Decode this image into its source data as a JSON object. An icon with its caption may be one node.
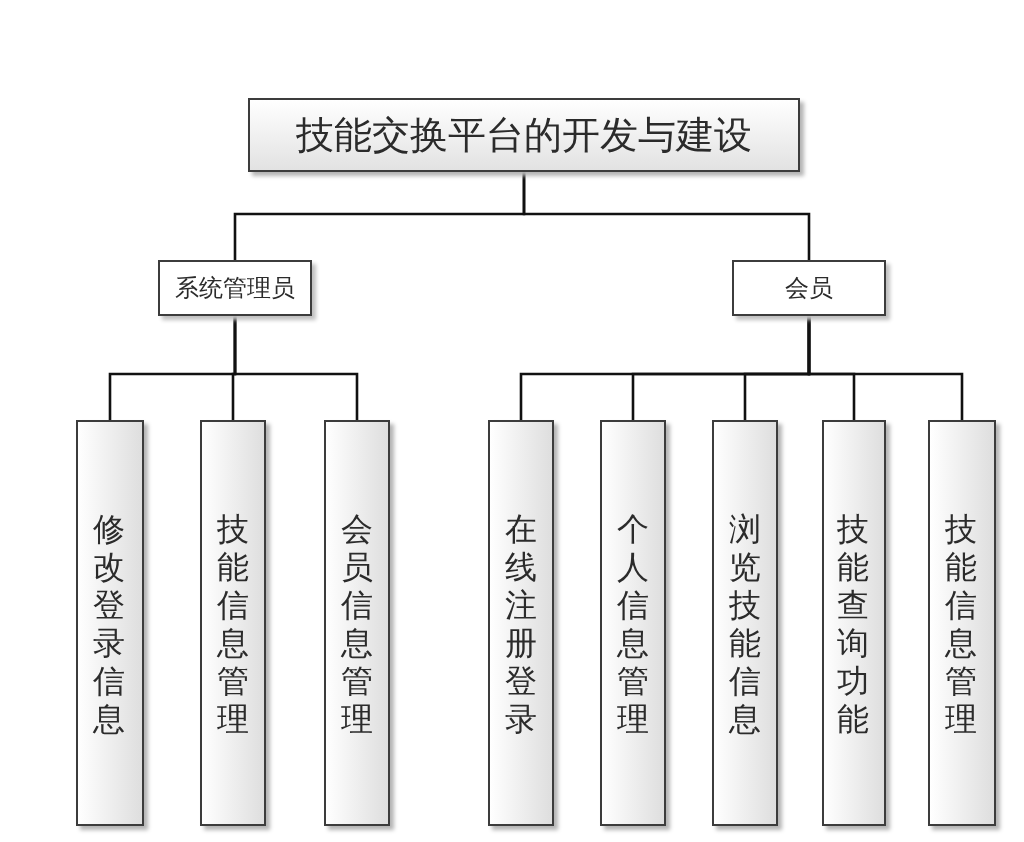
{
  "diagram": {
    "nodes": [
      {
        "text": [
          "技能交换平台的开发与建设"
        ]
      },
      {
        "text": [
          "系统管理员"
        ]
      },
      {
        "text": [
          "会员"
        ]
      },
      {
        "text": [
          "修改登录信息"
        ]
      },
      {
        "text": [
          "技能信息管理"
        ]
      },
      {
        "text": [
          "会员信息管理"
        ]
      },
      {
        "text": [
          "在线注册登录"
        ]
      },
      {
        "text": [
          "个人信息管理"
        ]
      },
      {
        "text": [
          "浏览技能信息"
        ]
      },
      {
        "text": [
          "技能查询功能"
        ]
      },
      {
        "text": [
          "技能信息管理"
        ]
      }
    ],
    "edges": [
      {
        "from": 0,
        "to": 1,
        "arrow": "none"
      },
      {
        "from": 0,
        "to": 2,
        "arrow": "none"
      },
      {
        "from": 1,
        "to": 3,
        "arrow": "none"
      },
      {
        "from": 1,
        "to": 4,
        "arrow": "none"
      },
      {
        "from": 1,
        "to": 5,
        "arrow": "none"
      },
      {
        "from": 2,
        "to": 6,
        "arrow": "none"
      },
      {
        "from": 2,
        "to": 7,
        "arrow": "none"
      },
      {
        "from": 2,
        "to": 8,
        "arrow": "none"
      },
      {
        "from": 2,
        "to": 9,
        "arrow": "none"
      },
      {
        "from": 2,
        "to": 10,
        "arrow": "none"
      }
    ]
  }
}
